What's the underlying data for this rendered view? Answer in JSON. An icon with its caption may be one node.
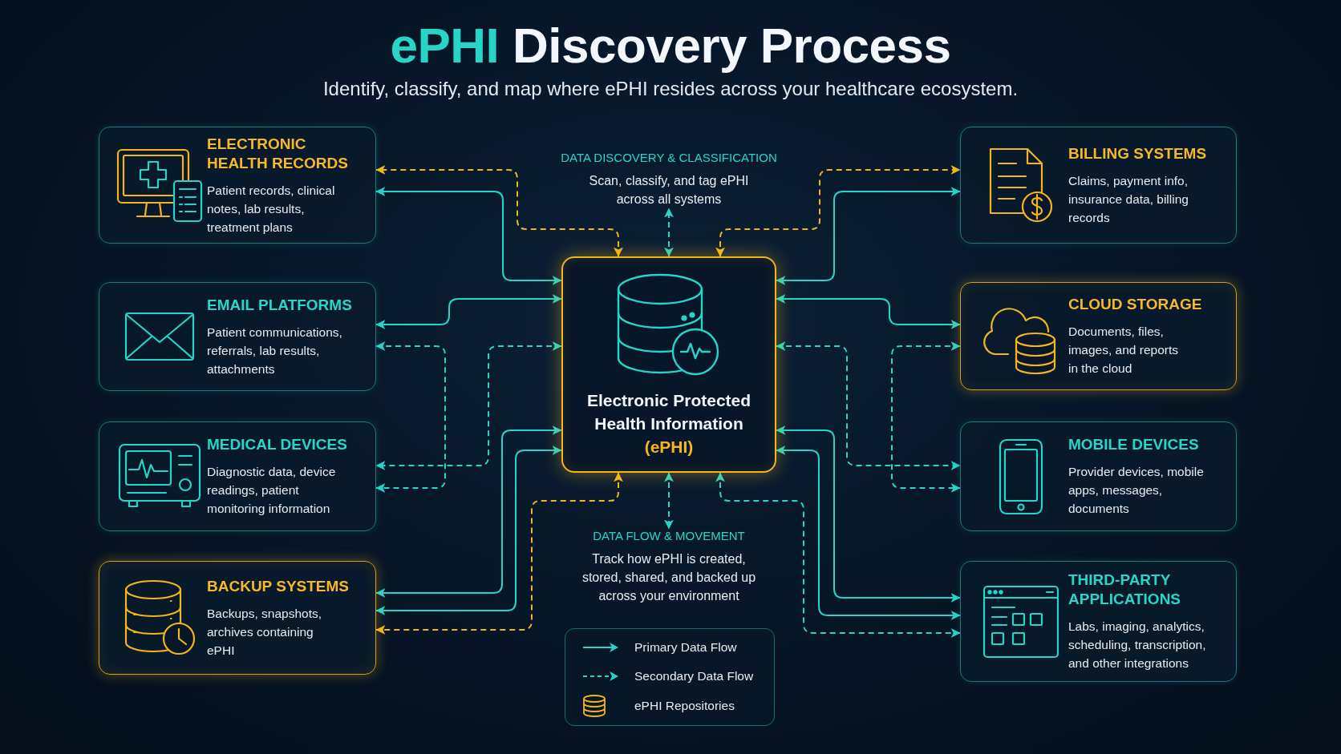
{
  "diagram": {
    "title": "ePHI Discovery Process",
    "nodes": [
      {
        "text": [
          "ELECTRONIC HEALTH RECORDS",
          "Patient records, clinical notes, lab results, treatment plans"
        ]
      },
      {
        "text": [
          "DATA DISCOVERY & CLASSIFICATION",
          "Scan, classify, and tag ePHI across all systems"
        ]
      },
      {
        "text": [
          "BILLING SYSTEMS",
          "Claims, payment info, insurance data, billing records"
        ]
      },
      {
        "text": [
          "EMAIL PLATFORMS",
          "Patient communications, referrals, lab results, attachments"
        ]
      },
      {
        "text": [
          "Electronic Protected Health Information",
          "(ePHI)"
        ]
      },
      {
        "text": [
          "CLOUD STORAGE",
          "Documents, files, images, and reports in the cloud"
        ]
      },
      {
        "text": [
          "MEDICAL DEVICES",
          "Diagnostic data, device readings, patient monitoring information"
        ]
      },
      {
        "text": [
          "MOBILE DEVICES",
          "Provider devices, mobile apps, messages, documents"
        ]
      },
      {
        "text": [
          "BACKUP SYSTEMS",
          "Backups, snapshots, archives containing ePHI"
        ]
      },
      {
        "text": [
          "DATA FLOW & MOVEMENT",
          "Track how ePHI is created, stored, shared, and backed up across your environment"
        ]
      },
      {
        "text": [
          "THIRD-PARTY APPLICATIONS",
          "Labs, imaging, analytics, scheduling, transcription, and other integrations"
        ]
      }
    ],
    "edges": [
      {
        "from": 4,
        "to": 0,
        "arrow": "both",
        "style": "dashed",
        "color": "#f4b51c"
      },
      {
        "from": 4,
        "to": 0,
        "arrow": "both"
      },
      {
        "from": 4,
        "to": 1,
        "arrow": "both",
        "style": "dashed"
      },
      {
        "from": 4,
        "to": 2,
        "arrow": "both",
        "style": "dashed",
        "color": "#f4b51c"
      },
      {
        "from": 4,
        "to": 2,
        "arrow": "both"
      },
      {
        "from": 4,
        "to": 3,
        "arrow": "both"
      },
      {
        "from": 3,
        "to": 6,
        "arrow": "both",
        "style": "dashed"
      },
      {
        "from": 4,
        "to": 6,
        "arrow": "both",
        "style": "dashed"
      },
      {
        "from": 4,
        "to": 5,
        "arrow": "both"
      },
      {
        "from": 5,
        "to": 7,
        "arrow": "both",
        "style": "dashed"
      },
      {
        "from": 4,
        "to": 7,
        "arrow": "both",
        "style": "dashed"
      },
      {
        "from": 4,
        "to": 8,
        "arrow": "both"
      },
      {
        "from": 4,
        "to": 8,
        "arrow": "both"
      },
      {
        "from": 4,
        "to": 8,
        "arrow": "both",
        "style": "dashed",
        "color": "#f4b51c"
      },
      {
        "from": 4,
        "to": 9,
        "arrow": "both",
        "style": "dashed"
      },
      {
        "from": 4,
        "to": 10,
        "arrow": "both"
      },
      {
        "from": 4,
        "to": 10,
        "arrow": "both"
      },
      {
        "from": 4,
        "to": 10,
        "arrow": "both",
        "style": "dashed"
      }
    ],
    "labels": [
      "Identify, classify, and map where ePHI resides across your healthcare ecosystem."
    ],
    "legend": [
      {
        "text": "Primary Data Flow"
      },
      {
        "text": "Secondary Data Flow"
      },
      {
        "text": "ePHI Repositories"
      }
    ]
  }
}
